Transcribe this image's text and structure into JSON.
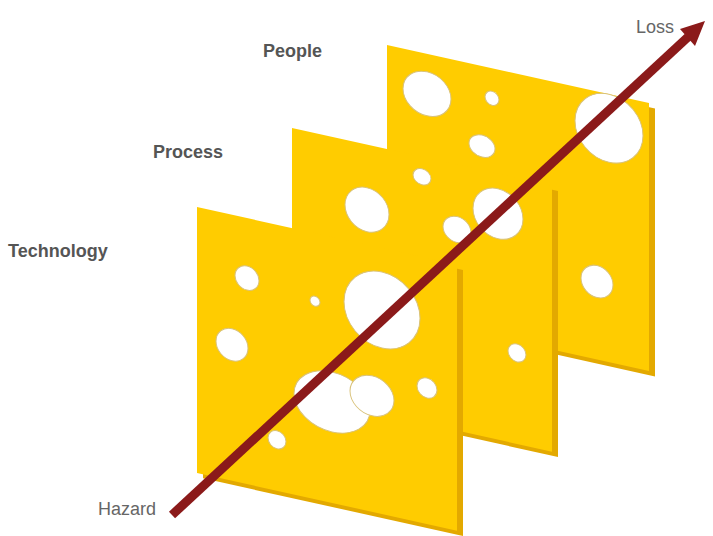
{
  "diagram": {
    "labels": [
      "People",
      "Process",
      "Technology",
      "Hazard",
      "Loss"
    ]
  }
}
